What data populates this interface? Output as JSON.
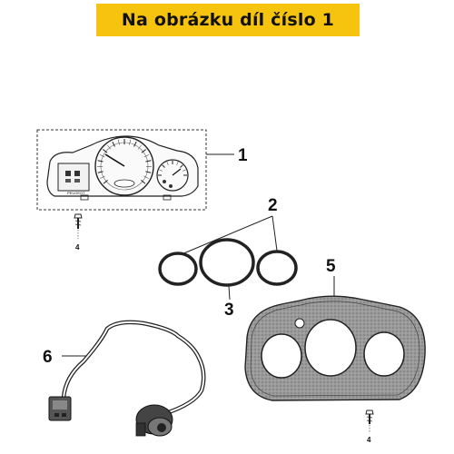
{
  "header": {
    "title": "Na obrázku díl číslo 1"
  },
  "callouts": {
    "part1": "1",
    "part2": "2",
    "part3": "3",
    "part4_top": "4",
    "part4_bottom": "4",
    "part5": "5",
    "part6": "6"
  },
  "panel_text": {
    "brand": "PEUGEOT"
  },
  "colors": {
    "banner": "#f6c40f",
    "line": "#222222",
    "ring_fill": "#ececec",
    "bezel_fill": "#888888"
  }
}
